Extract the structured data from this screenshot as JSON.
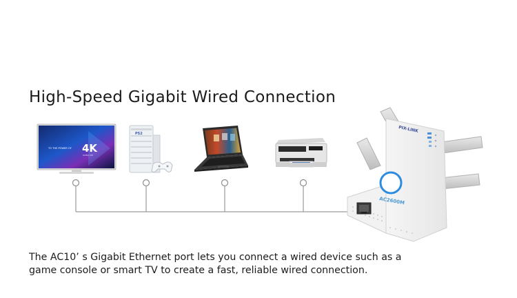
{
  "headline": "High-Speed Gigabit Wired Connection",
  "caption": {
    "line1": "The AC10’ s Gigabit Ethernet port lets you connect a wired device such as a",
    "line2": "game console or smart TV to create a fast, reliable wired connection."
  },
  "tv": {
    "screen_text_small": "TO THE POWER OF",
    "screen_text_big": "4K",
    "screen_text_sub": "ULTRA HD"
  },
  "console": {
    "brand": "PS2"
  },
  "device": {
    "brand": "PIX-LINK",
    "model": "AC2600M"
  },
  "colors": {
    "text": "#1b1b1b",
    "wire": "#9a9a9a",
    "wps_ring": "#2d8be0",
    "model_text": "#4d9ad6",
    "device_body": "#f3f3f3"
  },
  "icons": [
    "tv-icon",
    "game-console-icon",
    "laptop-icon",
    "printer-icon",
    "wifi-extender-icon",
    "ethernet-port-icon"
  ]
}
